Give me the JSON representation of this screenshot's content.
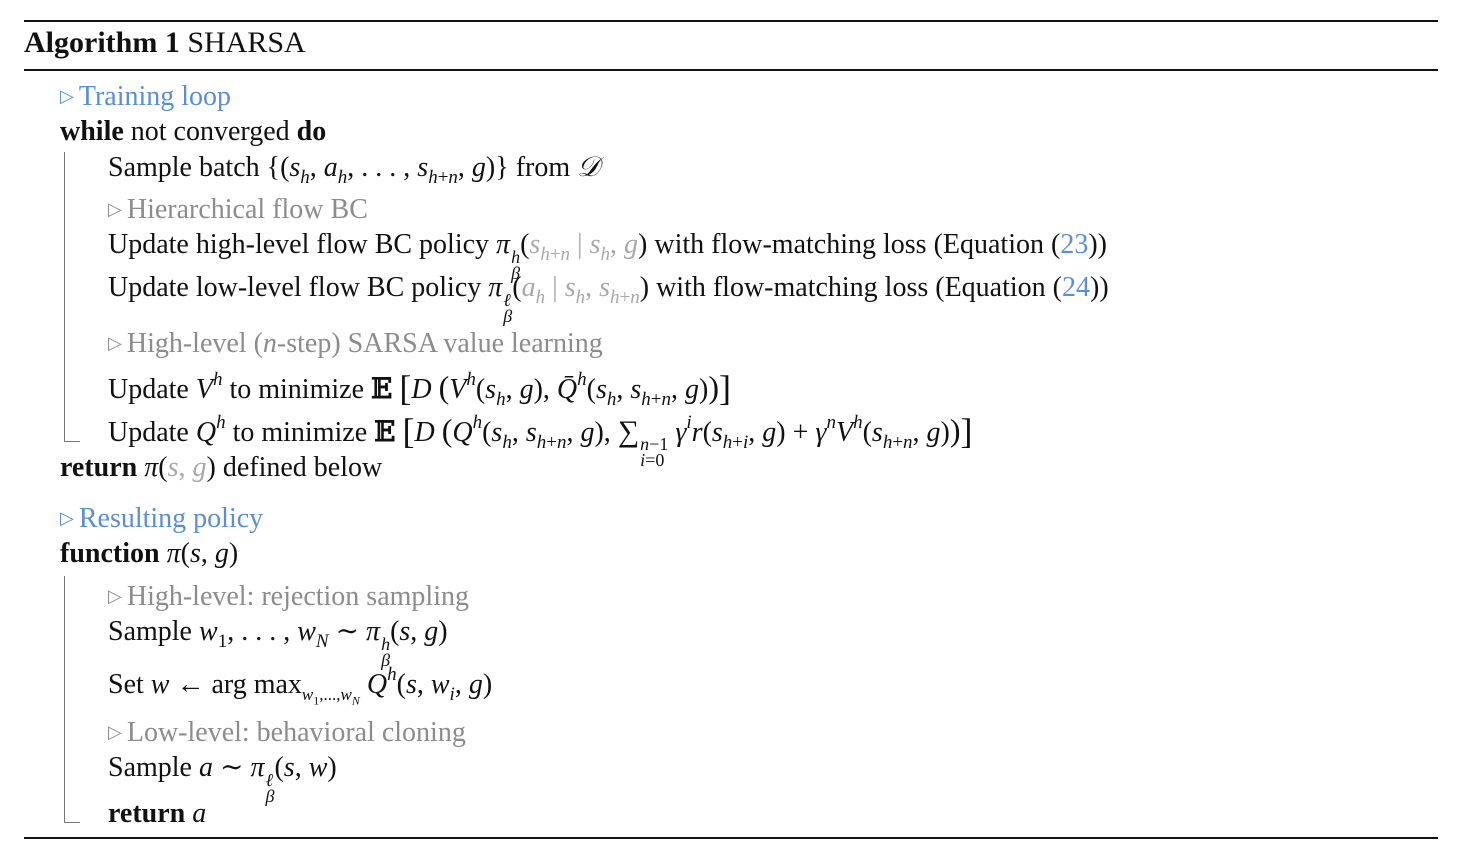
{
  "header": {
    "label": "Algorithm 1",
    "name": "SHARSA"
  },
  "sections": {
    "training": "Training loop",
    "resulting": "Resulting policy"
  },
  "comments": {
    "hier_bc": "Hierarchical flow BC",
    "sarsa_a": "High-level (",
    "sarsa_n": "n",
    "sarsa_b": "-step) SARSA value learning",
    "rejection": "High-level: rejection sampling",
    "cloning": "Low-level: behavioral cloning"
  },
  "keywords": {
    "while": "while",
    "do": "do",
    "return": "return",
    "function": "function"
  },
  "text": {
    "not_converged": "not converged",
    "sample_batch": "Sample batch",
    "from": "from",
    "update_high": "Update high-level flow BC policy",
    "update_low": "Update low-level flow BC policy",
    "with_fm_loss": "with flow-matching loss (Equation (",
    "eq_close": "))",
    "update": "Update",
    "to_minimize": "to minimize",
    "defined_below": "defined below",
    "sample": "Sample",
    "set": "Set",
    "argmax": "arg max"
  },
  "equation_refs": {
    "high": "23",
    "low": "24"
  }
}
